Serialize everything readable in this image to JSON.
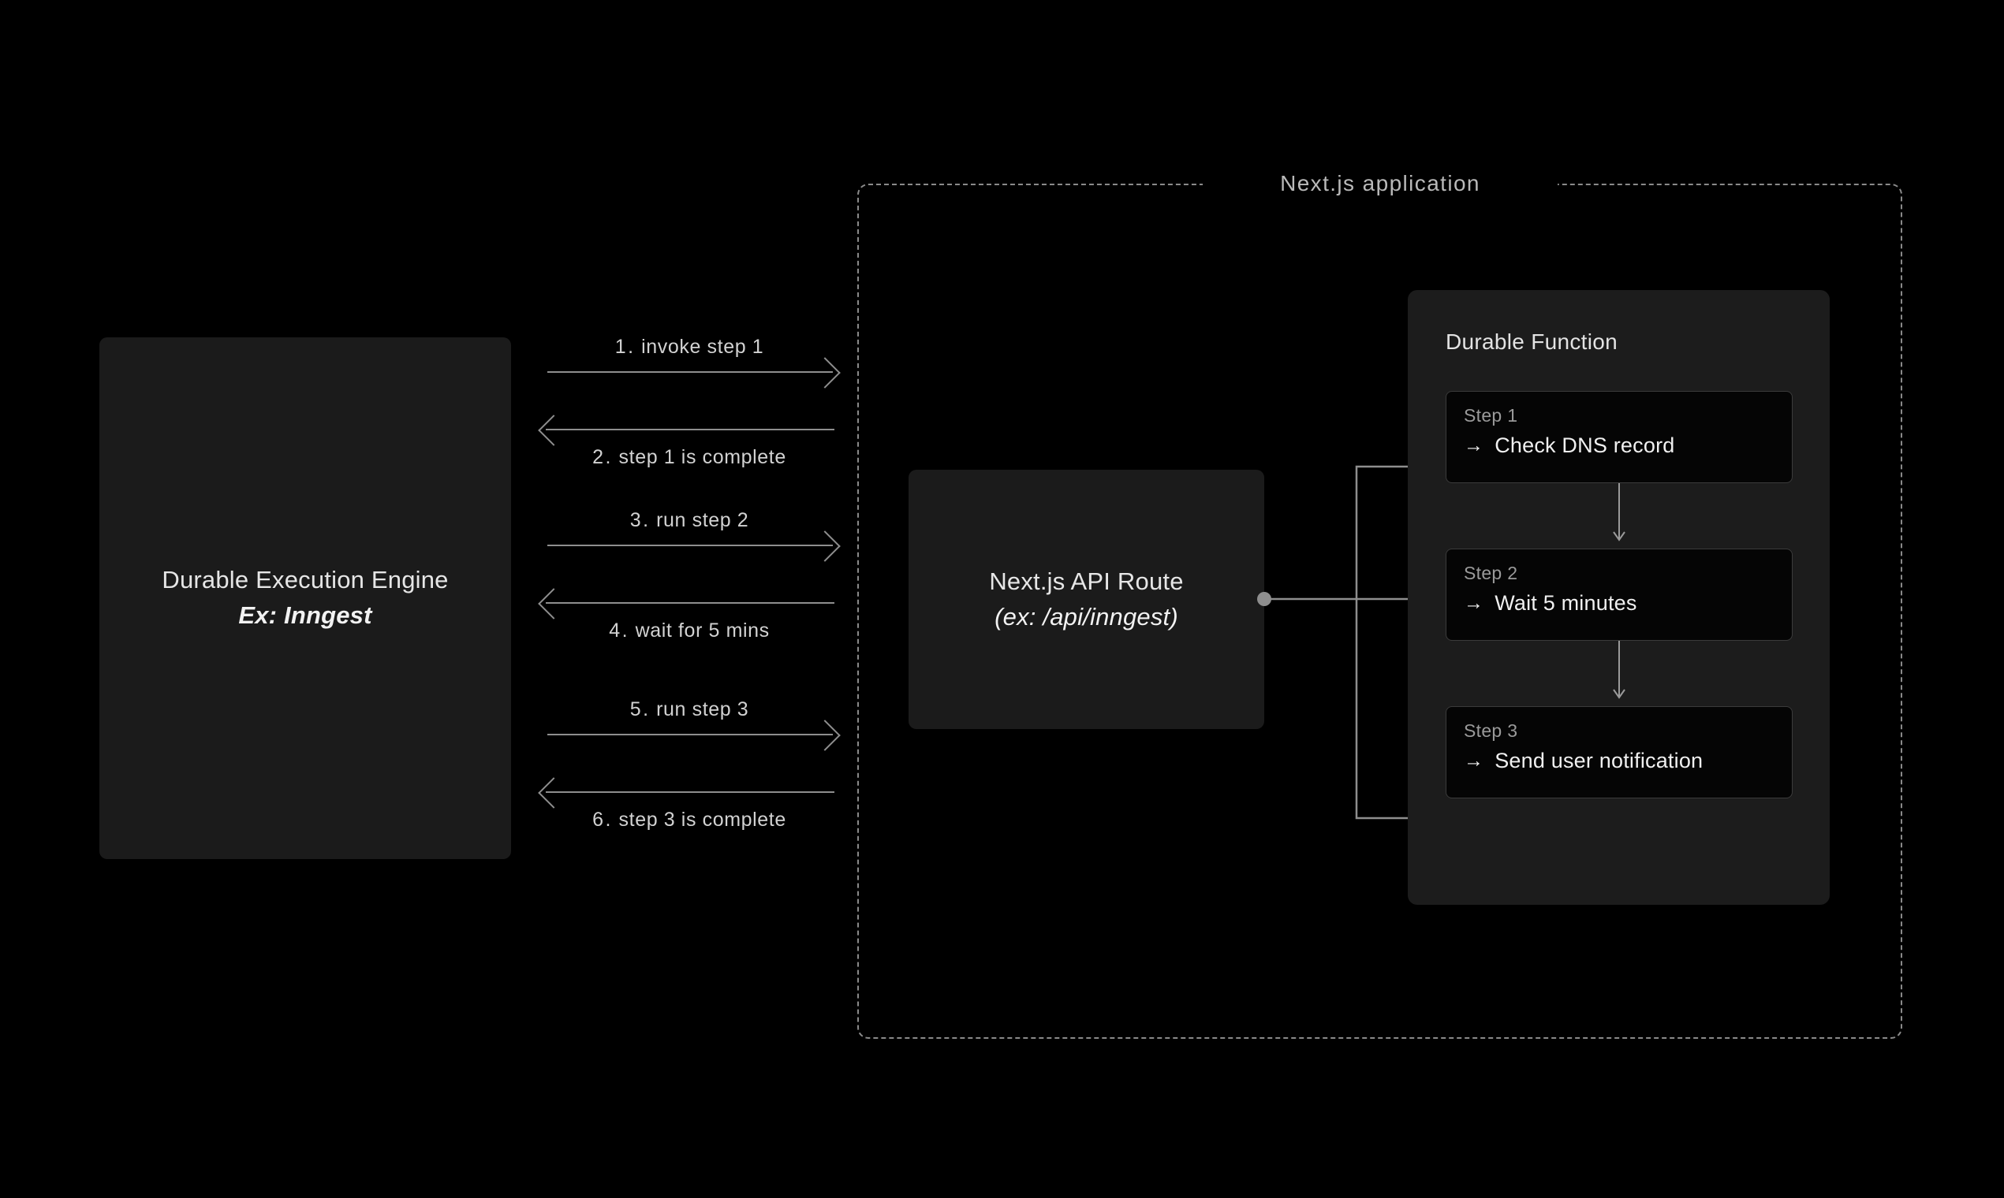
{
  "diagram": {
    "engine": {
      "title": "Durable Execution Engine",
      "subtitle": "Ex: Inngest"
    },
    "messages": [
      {
        "num": "1.",
        "label": "invoke step 1",
        "direction": "right"
      },
      {
        "num": "2.",
        "label": "step 1 is complete",
        "direction": "left"
      },
      {
        "num": "3.",
        "label": "run step 2",
        "direction": "right"
      },
      {
        "num": "4.",
        "label": "wait for 5 mins",
        "direction": "left"
      },
      {
        "num": "5.",
        "label": "run step 3",
        "direction": "right"
      },
      {
        "num": "6.",
        "label": "step 3 is complete",
        "direction": "left"
      }
    ],
    "application": {
      "title": "Next.js application"
    },
    "api_route": {
      "title": "Next.js API Route",
      "subtitle": "(ex: /api/inngest)"
    },
    "durable_function": {
      "title": "Durable Function",
      "steps": [
        {
          "kicker": "Step 1",
          "arrow": "→",
          "text": "Check DNS record"
        },
        {
          "kicker": "Step 2",
          "arrow": "→",
          "text": "Wait 5 minutes"
        },
        {
          "kicker": "Step 3",
          "arrow": "→",
          "text": "Send user notification"
        }
      ]
    },
    "colors": {
      "background": "#000000",
      "box_fill": "#1b1b1b",
      "panel_fill": "#1c1c1c",
      "card_fill": "#050505",
      "line": "#8e8e8e",
      "dashed_border": "#8a8a8a",
      "text_primary": "#f0f0f0",
      "text_muted": "#9a9a9a"
    }
  }
}
